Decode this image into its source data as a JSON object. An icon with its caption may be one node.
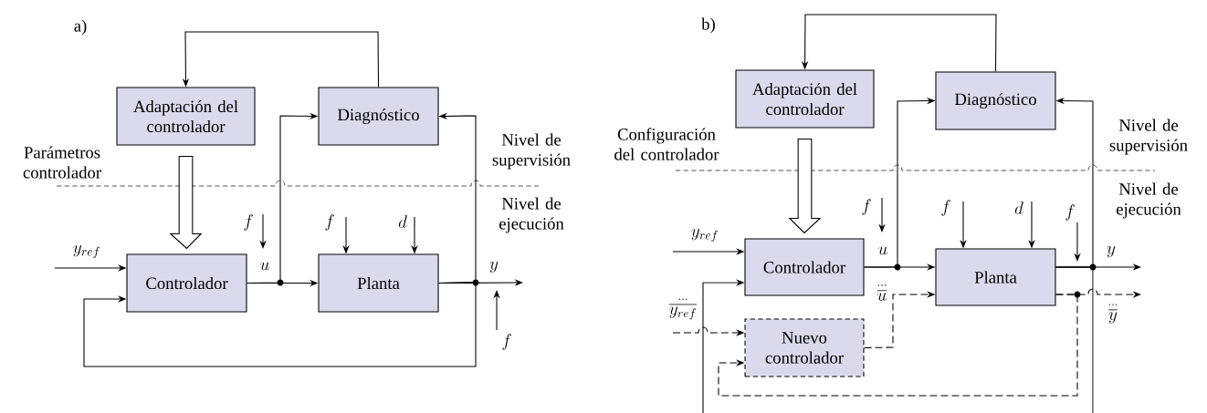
{
  "diagram": {
    "nodes": [
      {
        "text": [
          "Adaptación del controlador"
        ]
      },
      {
        "text": [
          "Diagnóstico"
        ]
      },
      {
        "text": [
          "Controlador"
        ]
      },
      {
        "text": [
          "Planta"
        ]
      },
      {
        "text": [
          "Adaptación del controlador"
        ]
      },
      {
        "text": [
          "Diagnóstico"
        ]
      },
      {
        "text": [
          "Controlador"
        ]
      },
      {
        "text": [
          "Planta"
        ]
      },
      {
        "text": [
          "Nuevo controlador"
        ]
      }
    ],
    "edges": [
      {
        "from": 1,
        "to": 0,
        "arrow": "to"
      },
      {
        "from": 0,
        "to": 2,
        "arrow": "to",
        "style": "thick"
      },
      {
        "from": 2,
        "to": 3,
        "arrow": "to",
        "label": "u"
      },
      {
        "from": 2,
        "to": 1,
        "arrow": "to"
      },
      {
        "from": 3,
        "to": null,
        "arrow": "to",
        "label": "y"
      },
      {
        "from": 3,
        "to": 1,
        "arrow": "to"
      },
      {
        "from": 3,
        "to": 2,
        "arrow": "to"
      },
      {
        "from": null,
        "to": 2,
        "arrow": "to",
        "label": "y_{ref}"
      },
      {
        "from": null,
        "to": 3,
        "arrow": "to",
        "label": "f"
      },
      {
        "from": null,
        "to": 3,
        "arrow": "to",
        "label": "d"
      },
      {
        "from": 5,
        "to": 4,
        "arrow": "to"
      },
      {
        "from": 4,
        "to": 6,
        "arrow": "to",
        "style": "thick"
      },
      {
        "from": 6,
        "to": 7,
        "arrow": "to",
        "label": "u"
      },
      {
        "from": 6,
        "to": 5,
        "arrow": "to"
      },
      {
        "from": 7,
        "to": null,
        "arrow": "to",
        "label": "y"
      },
      {
        "from": 7,
        "to": 5,
        "arrow": "to"
      },
      {
        "from": 7,
        "to": null,
        "arrow": "none"
      },
      {
        "from": null,
        "to": 6,
        "arrow": "to"
      },
      {
        "from": null,
        "to": 6,
        "arrow": "to",
        "label": "y_{ref}"
      },
      {
        "from": null,
        "to": 8,
        "arrow": "to",
        "style": "dashed",
        "label": "\\overset{\\dots}{\\overline{y_{ref}}}"
      },
      {
        "from": 8,
        "to": 7,
        "arrow": "to",
        "style": "dashed",
        "label": "\\overset{\\dots}{\\overline{u}}"
      },
      {
        "from": 7,
        "to": null,
        "arrow": "to",
        "style": "dashed",
        "label": "\\overset{\\dots}{\\overline{y}}"
      },
      {
        "from": 7,
        "to": 8,
        "arrow": "to",
        "style": "dashed"
      },
      {
        "from": null,
        "to": 7,
        "arrow": "to",
        "label": "f"
      },
      {
        "from": null,
        "to": 7,
        "arrow": "to",
        "label": "d"
      }
    ],
    "labels": [
      "a)",
      "Parámetros controlador",
      "Nivel de supervisión",
      "Nivel de ejecución",
      "f",
      "f",
      "b)",
      "Configuración del controlador",
      "Nivel de supervisión",
      "Nivel de ejecución",
      "f",
      "f"
    ]
  }
}
